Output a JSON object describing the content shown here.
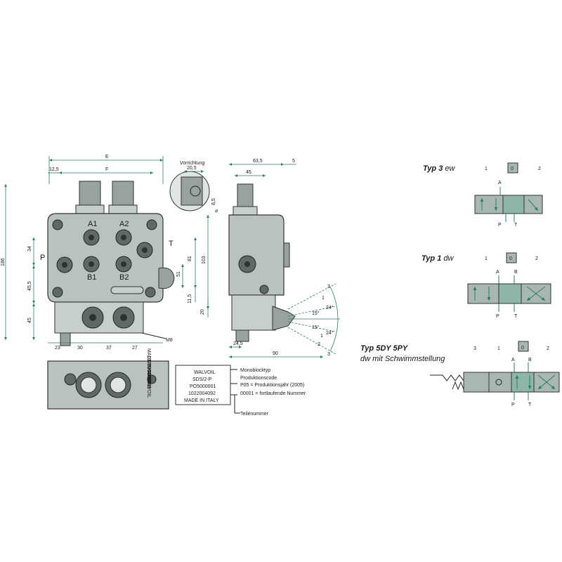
{
  "dimensions": {
    "E": "E",
    "F": "F",
    "d12_5": "12,5",
    "d34": "34",
    "d45_5": "45,5",
    "d45": "45",
    "d186": "186",
    "d103": "103",
    "d81": "81",
    "d51": "51",
    "d11_5": "11,5",
    "d20": "20",
    "d23": "23",
    "d30": "30",
    "d37": "37",
    "d27": "27",
    "d63_5": "63,5",
    "d45b": "45",
    "d5": "5",
    "d8_5": "8,5",
    "d24_5": "24,5",
    "d90": "90",
    "d20_5": "20,5",
    "a3a": "3",
    "a1a": "1",
    "a24a": "24°",
    "a15a": "15°",
    "a15b": "15°",
    "a24b": "24°",
    "a1b": "1",
    "a2": "2",
    "a3b": "3"
  },
  "labels": {
    "vorrichtung": "Vorrichtung",
    "m8": "M8",
    "phi": "⌀"
  },
  "ports": {
    "A1": "A1",
    "A2": "A2",
    "B1": "B1",
    "B2": "B2",
    "P": "P",
    "T": "T"
  },
  "nameplate": {
    "lines": [
      "WALVOIL",
      "SDS/2-P",
      "PO5000001",
      "1022004092",
      "MADE IN ITALY"
    ],
    "callouts": [
      "Monoblocktyp",
      "Produktionscode",
      "P05 = Produktionsjahr (2005)",
      "00001 = fortlaufende  Nummer",
      "Teilenummer"
    ],
    "side_lines": [
      "WALVOIL",
      "SDS/2-P",
      "PO5000001",
      "1022004092",
      "MADE IN ITALY"
    ]
  },
  "schematics": [
    {
      "type_bold": "Typ 3",
      "type_italic": " ew",
      "pos_left": "1",
      "pos_center": "0",
      "pos_right": "2",
      "port_a": "A",
      "port_p": "P",
      "port_t": "T"
    },
    {
      "type_bold": "Typ 1",
      "type_italic": " dw",
      "pos_left": "1",
      "pos_center": "0",
      "pos_right": "2",
      "port_a": "A",
      "port_b": "B",
      "port_p": "P",
      "port_t": "T"
    },
    {
      "type_bold": "Typ 5DY 5PY",
      "subtitle": "dw mit Schwimmstellung",
      "pos_3": "3",
      "pos_left": "1",
      "pos_center": "0",
      "pos_right": "2",
      "port_a": "A",
      "port_b": "B",
      "port_p": "P",
      "port_t": "T"
    }
  ],
  "colors": {
    "dimension": "#2e7d6a",
    "body": "#b9c2bd",
    "center_box": "#8fb5a6"
  }
}
